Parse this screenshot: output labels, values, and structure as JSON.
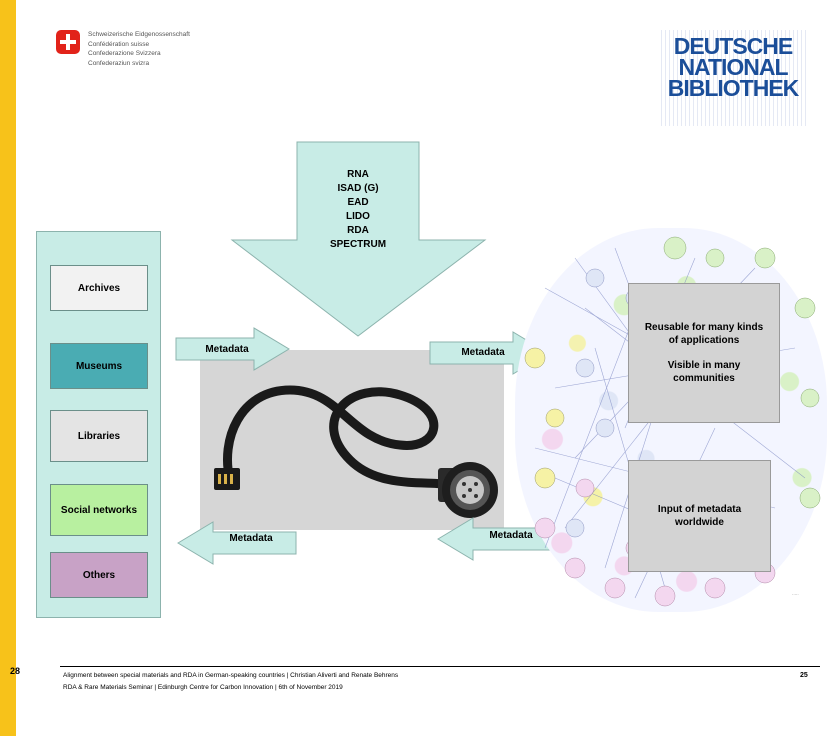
{
  "side": {
    "slide_number": "28"
  },
  "swiss": {
    "lines": [
      "Schweizerische Eidgenossenschaft",
      "Confédération suisse",
      "Confederazione Svizzera",
      "Confederaziun svizra"
    ]
  },
  "dnb": {
    "lines": [
      "DEUTSCHE",
      "NATIONAL",
      "BIBLIOTHEK"
    ],
    "color": "#1b4e99"
  },
  "standards": [
    "RNA",
    "ISAD (G)",
    "EAD",
    "LIDO",
    "RDA",
    "SPECTRUM"
  ],
  "categories": [
    {
      "label": "Archives",
      "color": "#f2f2f2"
    },
    {
      "label": "Museums",
      "color": "#4aacb3"
    },
    {
      "label": "Libraries",
      "color": "#e4e4e4"
    },
    {
      "label": "Social networks",
      "color": "#b8f0a0"
    },
    {
      "label": "Others",
      "color": "#c8a2c6"
    }
  ],
  "arrows": {
    "metadata_label": "Metadata",
    "arrow_color": "#c8ece6"
  },
  "network": {
    "box_top": {
      "line1": "Reusable for many kinds of applications",
      "line2": "Visible in many communities"
    },
    "box_bottom": "Input of metadata worldwide"
  },
  "footer": {
    "line1": "Alignment between special materials and RDA in German-speaking countries | Christian Aliverti and Renate Behrens",
    "line2": "RDA & Rare Materials Seminar | Edinburgh Centre for Carbon Innovation | 6th of November 2019",
    "page": "25"
  }
}
